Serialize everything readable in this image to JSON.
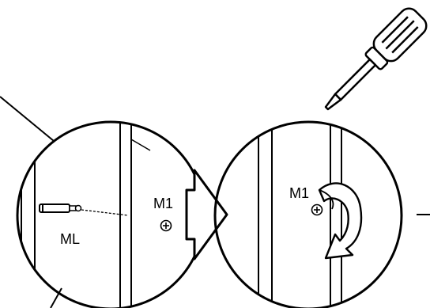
{
  "labels": {
    "dowel": "ML",
    "screw_left": "M1",
    "screw_right": "M1"
  },
  "icons": {
    "tool": "screwdriver-icon",
    "direction": "arrow-right-icon",
    "rotation": "clockwise-rotate-arrow-icon",
    "fastener": "screw-head-icon"
  },
  "colors": {
    "ink": "#000000",
    "paper": "#ffffff"
  }
}
